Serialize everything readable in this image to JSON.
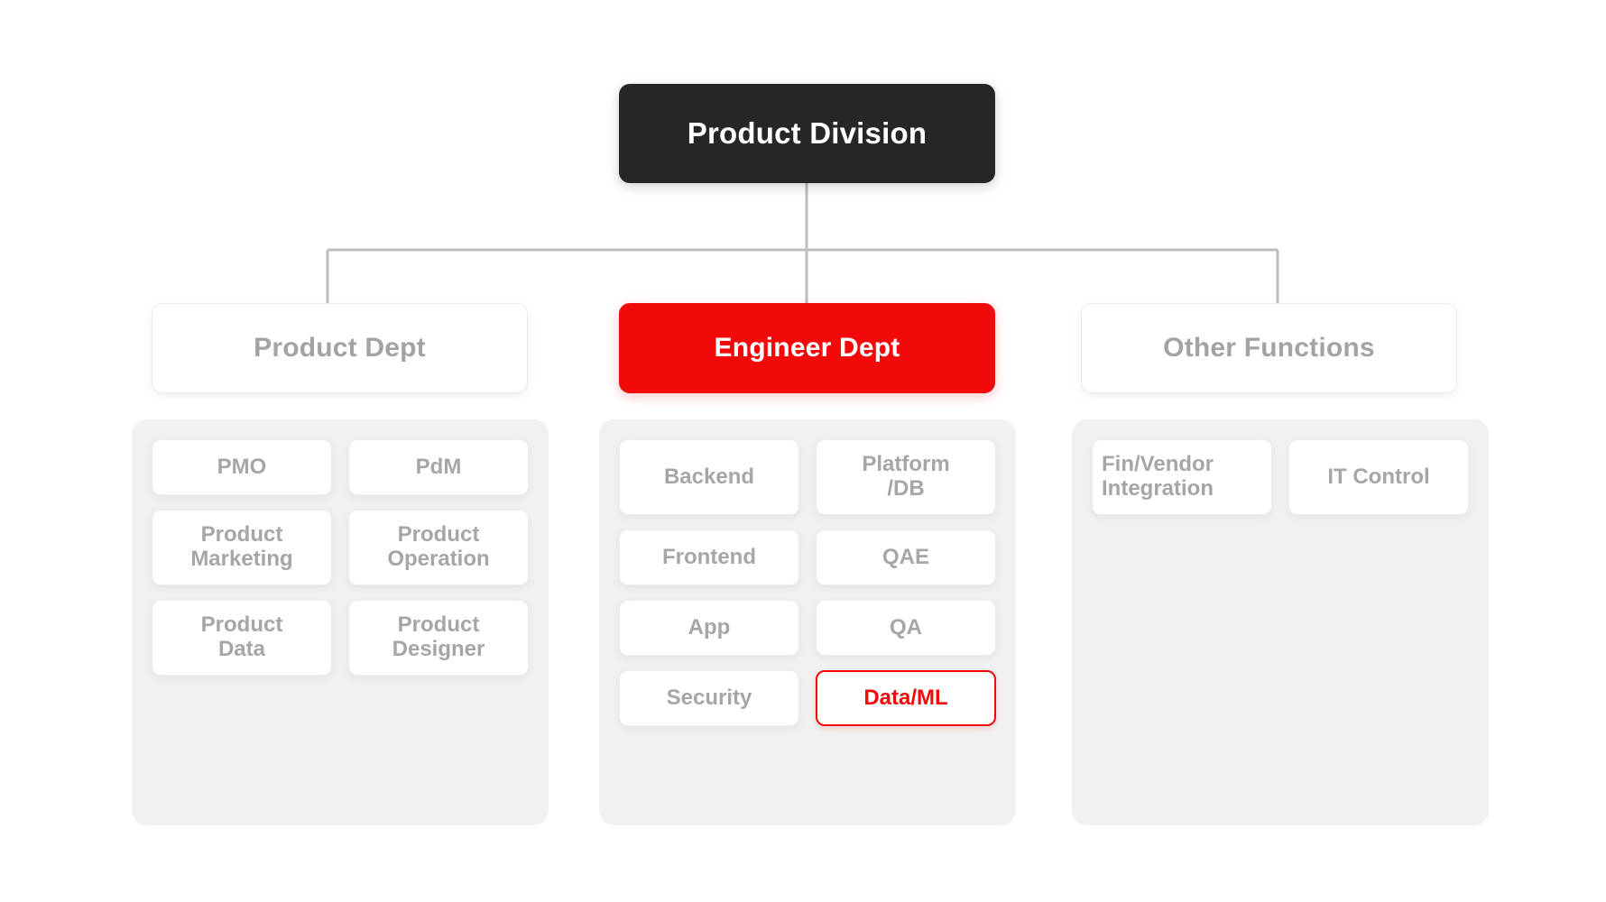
{
  "colors": {
    "root_bg": "#262626",
    "highlight_red": "#F00A0A",
    "muted_text": "#a6a6a6",
    "panel_bg": "#F1F1F1",
    "card_bg": "#FFFFFF",
    "connector": "#BDBDBD"
  },
  "root": {
    "label": "Product Division"
  },
  "branches": [
    {
      "id": "product-dept",
      "label": "Product Dept",
      "highlighted": false,
      "units": [
        {
          "label": "PMO",
          "lines": 1,
          "highlighted": false
        },
        {
          "label": "PdM",
          "lines": 1,
          "highlighted": false
        },
        {
          "label": "Product\nMarketing",
          "lines": 2,
          "highlighted": false
        },
        {
          "label": "Product\nOperation",
          "lines": 2,
          "highlighted": false
        },
        {
          "label": "Product\nData",
          "lines": 2,
          "highlighted": false
        },
        {
          "label": "Product\nDesigner",
          "lines": 2,
          "highlighted": false
        }
      ]
    },
    {
      "id": "engineer-dept",
      "label": "Engineer Dept",
      "highlighted": true,
      "units": [
        {
          "label": "Backend",
          "lines": 1,
          "highlighted": false
        },
        {
          "label": "Platform\n/DB",
          "lines": 2,
          "highlighted": false
        },
        {
          "label": "Frontend",
          "lines": 1,
          "highlighted": false
        },
        {
          "label": "QAE",
          "lines": 1,
          "highlighted": false
        },
        {
          "label": "App",
          "lines": 1,
          "highlighted": false
        },
        {
          "label": "QA",
          "lines": 1,
          "highlighted": false
        },
        {
          "label": "Security",
          "lines": 1,
          "highlighted": false
        },
        {
          "label": "Data/ML",
          "lines": 1,
          "highlighted": true
        }
      ]
    },
    {
      "id": "other-functions",
      "label": "Other Functions",
      "highlighted": false,
      "units": [
        {
          "label": "Fin/Vendor\nIntegration",
          "lines": 2,
          "highlighted": false,
          "align": "left"
        },
        {
          "label": "IT Control",
          "lines": 1,
          "highlighted": false
        }
      ]
    }
  ]
}
